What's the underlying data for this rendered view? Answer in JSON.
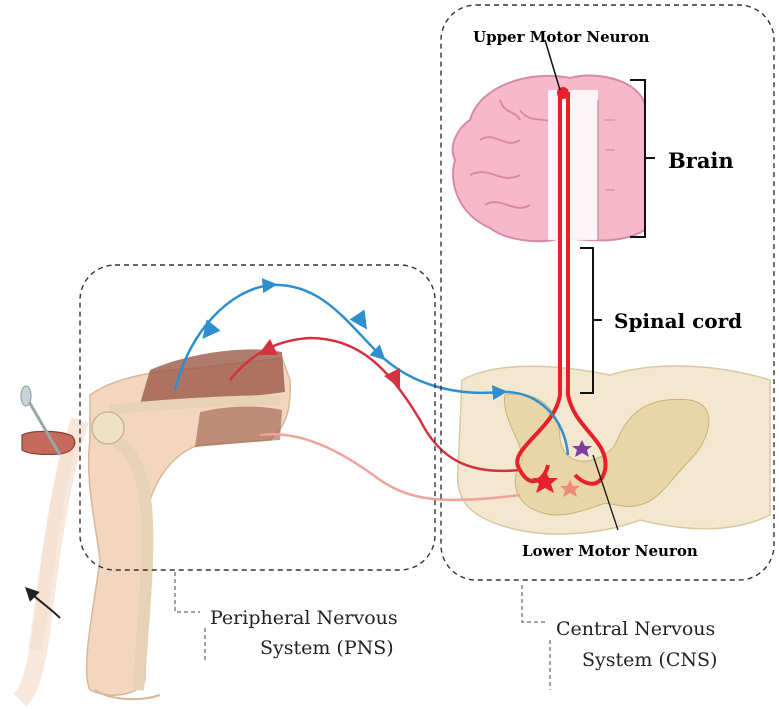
{
  "labels": {
    "upper_motor_neuron": "Upper Motor Neuron",
    "brain": "Brain",
    "spinal_cord": "Spinal cord",
    "lower_motor_neuron": "Lower Motor Neuron",
    "pns_line1": "Peripheral Nervous",
    "pns_line2": "System (PNS)",
    "cns_line1": "Central Nervous",
    "cns_line2": "System (CNS)"
  },
  "colors": {
    "motor_tract": "#e8202a",
    "sensory_path": "#2f8fce",
    "reflex_path": "#d4323f",
    "faint_path": "#f0a39a",
    "brain": "#f7b8cc",
    "spinal_tissue": "#f3e8cf",
    "gray_matter": "#e8d6a8",
    "skin": "#f2d6bf",
    "muscle": "#9b5a48",
    "interneuron": "#7a3fa0"
  },
  "icons": [
    "brain-illustration",
    "spinal-cord-cross-section",
    "leg-illustration",
    "reflex-hammer-icon",
    "motion-arrow-icon"
  ]
}
